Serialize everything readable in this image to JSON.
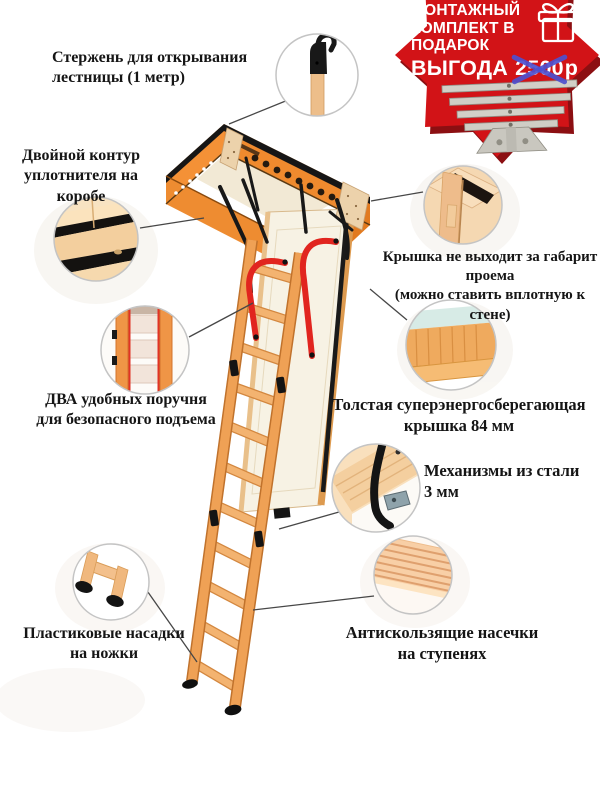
{
  "page": {
    "background": "#ffffff",
    "type": "product-feature-diagram",
    "subject": "чердачная лестница"
  },
  "badge": {
    "lines": [
      "МОНТАЖНЫЙ",
      "КОМПЛЕКТ В",
      "ПОДАРОК"
    ],
    "promo_word": "ВЫГОДА",
    "price_value": "2500",
    "price_currency": "р",
    "icons": {
      "gift": "gift-icon",
      "kit": "mounting-kit-brackets-image",
      "cross": "blue-cross-strikethrough"
    },
    "colors": {
      "star_red": "#d21317",
      "star_shadow": "#8c0f12",
      "cross_blue": "#4d50cf",
      "text": "#ffffff"
    }
  },
  "labels": {
    "rod": {
      "lines": [
        "Стержень для открывания",
        "лестницы (1 метр)"
      ]
    },
    "seal": {
      "lines": [
        "Двойной контур",
        "уплотнителя на коробе"
      ]
    },
    "handrails": {
      "lines": [
        "ДВА удобных поручня",
        "для безопасного подъема"
      ]
    },
    "feet": {
      "lines": [
        "Пластиковые насадки",
        "на ножки"
      ]
    },
    "lid_fit": {
      "lines": [
        "Крышка не выходит за габарит проема",
        "(можно ставить вплотную к стене)"
      ]
    },
    "lid_thick": {
      "lines": [
        "Толстая суперэнергосберегающая",
        "крышка 84 мм"
      ]
    },
    "steel": {
      "lines": [
        "Механизмы из стали",
        "3 мм"
      ]
    },
    "steps": {
      "lines": [
        "Антискользящие насечки",
        "на ступенях"
      ]
    }
  },
  "callout_icons": {
    "c1": "hook-rod-icon",
    "c2": "double-seal-icon",
    "c3": "handrails-top-view-icon",
    "c4": "plastic-feet-icon",
    "c5": "frame-corner-icon",
    "c6": "thick-lid-section-icon",
    "c7": "steel-mechanism-icon",
    "c8": "step-notches-icon"
  },
  "colors": {
    "wood_orange": "#efa052",
    "box_orange": "#ef8a2e",
    "handrail_red": "#e1251f",
    "metal_black": "#161616",
    "lid_cream": "#f7f2e4",
    "callout_ring": "#c4c4c4",
    "text": "#151515"
  }
}
